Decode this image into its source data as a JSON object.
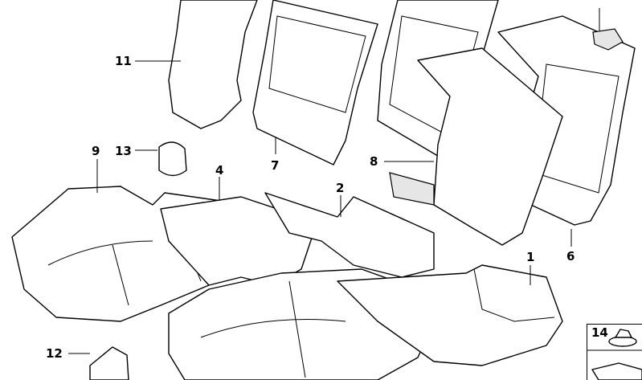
{
  "callouts": {
    "c1": "1",
    "c2": "2",
    "c4": "4",
    "c6": "6",
    "c7": "7",
    "c8": "8",
    "c9": "9",
    "c11": "11",
    "c12": "12",
    "c13": "13",
    "c14": "14"
  }
}
